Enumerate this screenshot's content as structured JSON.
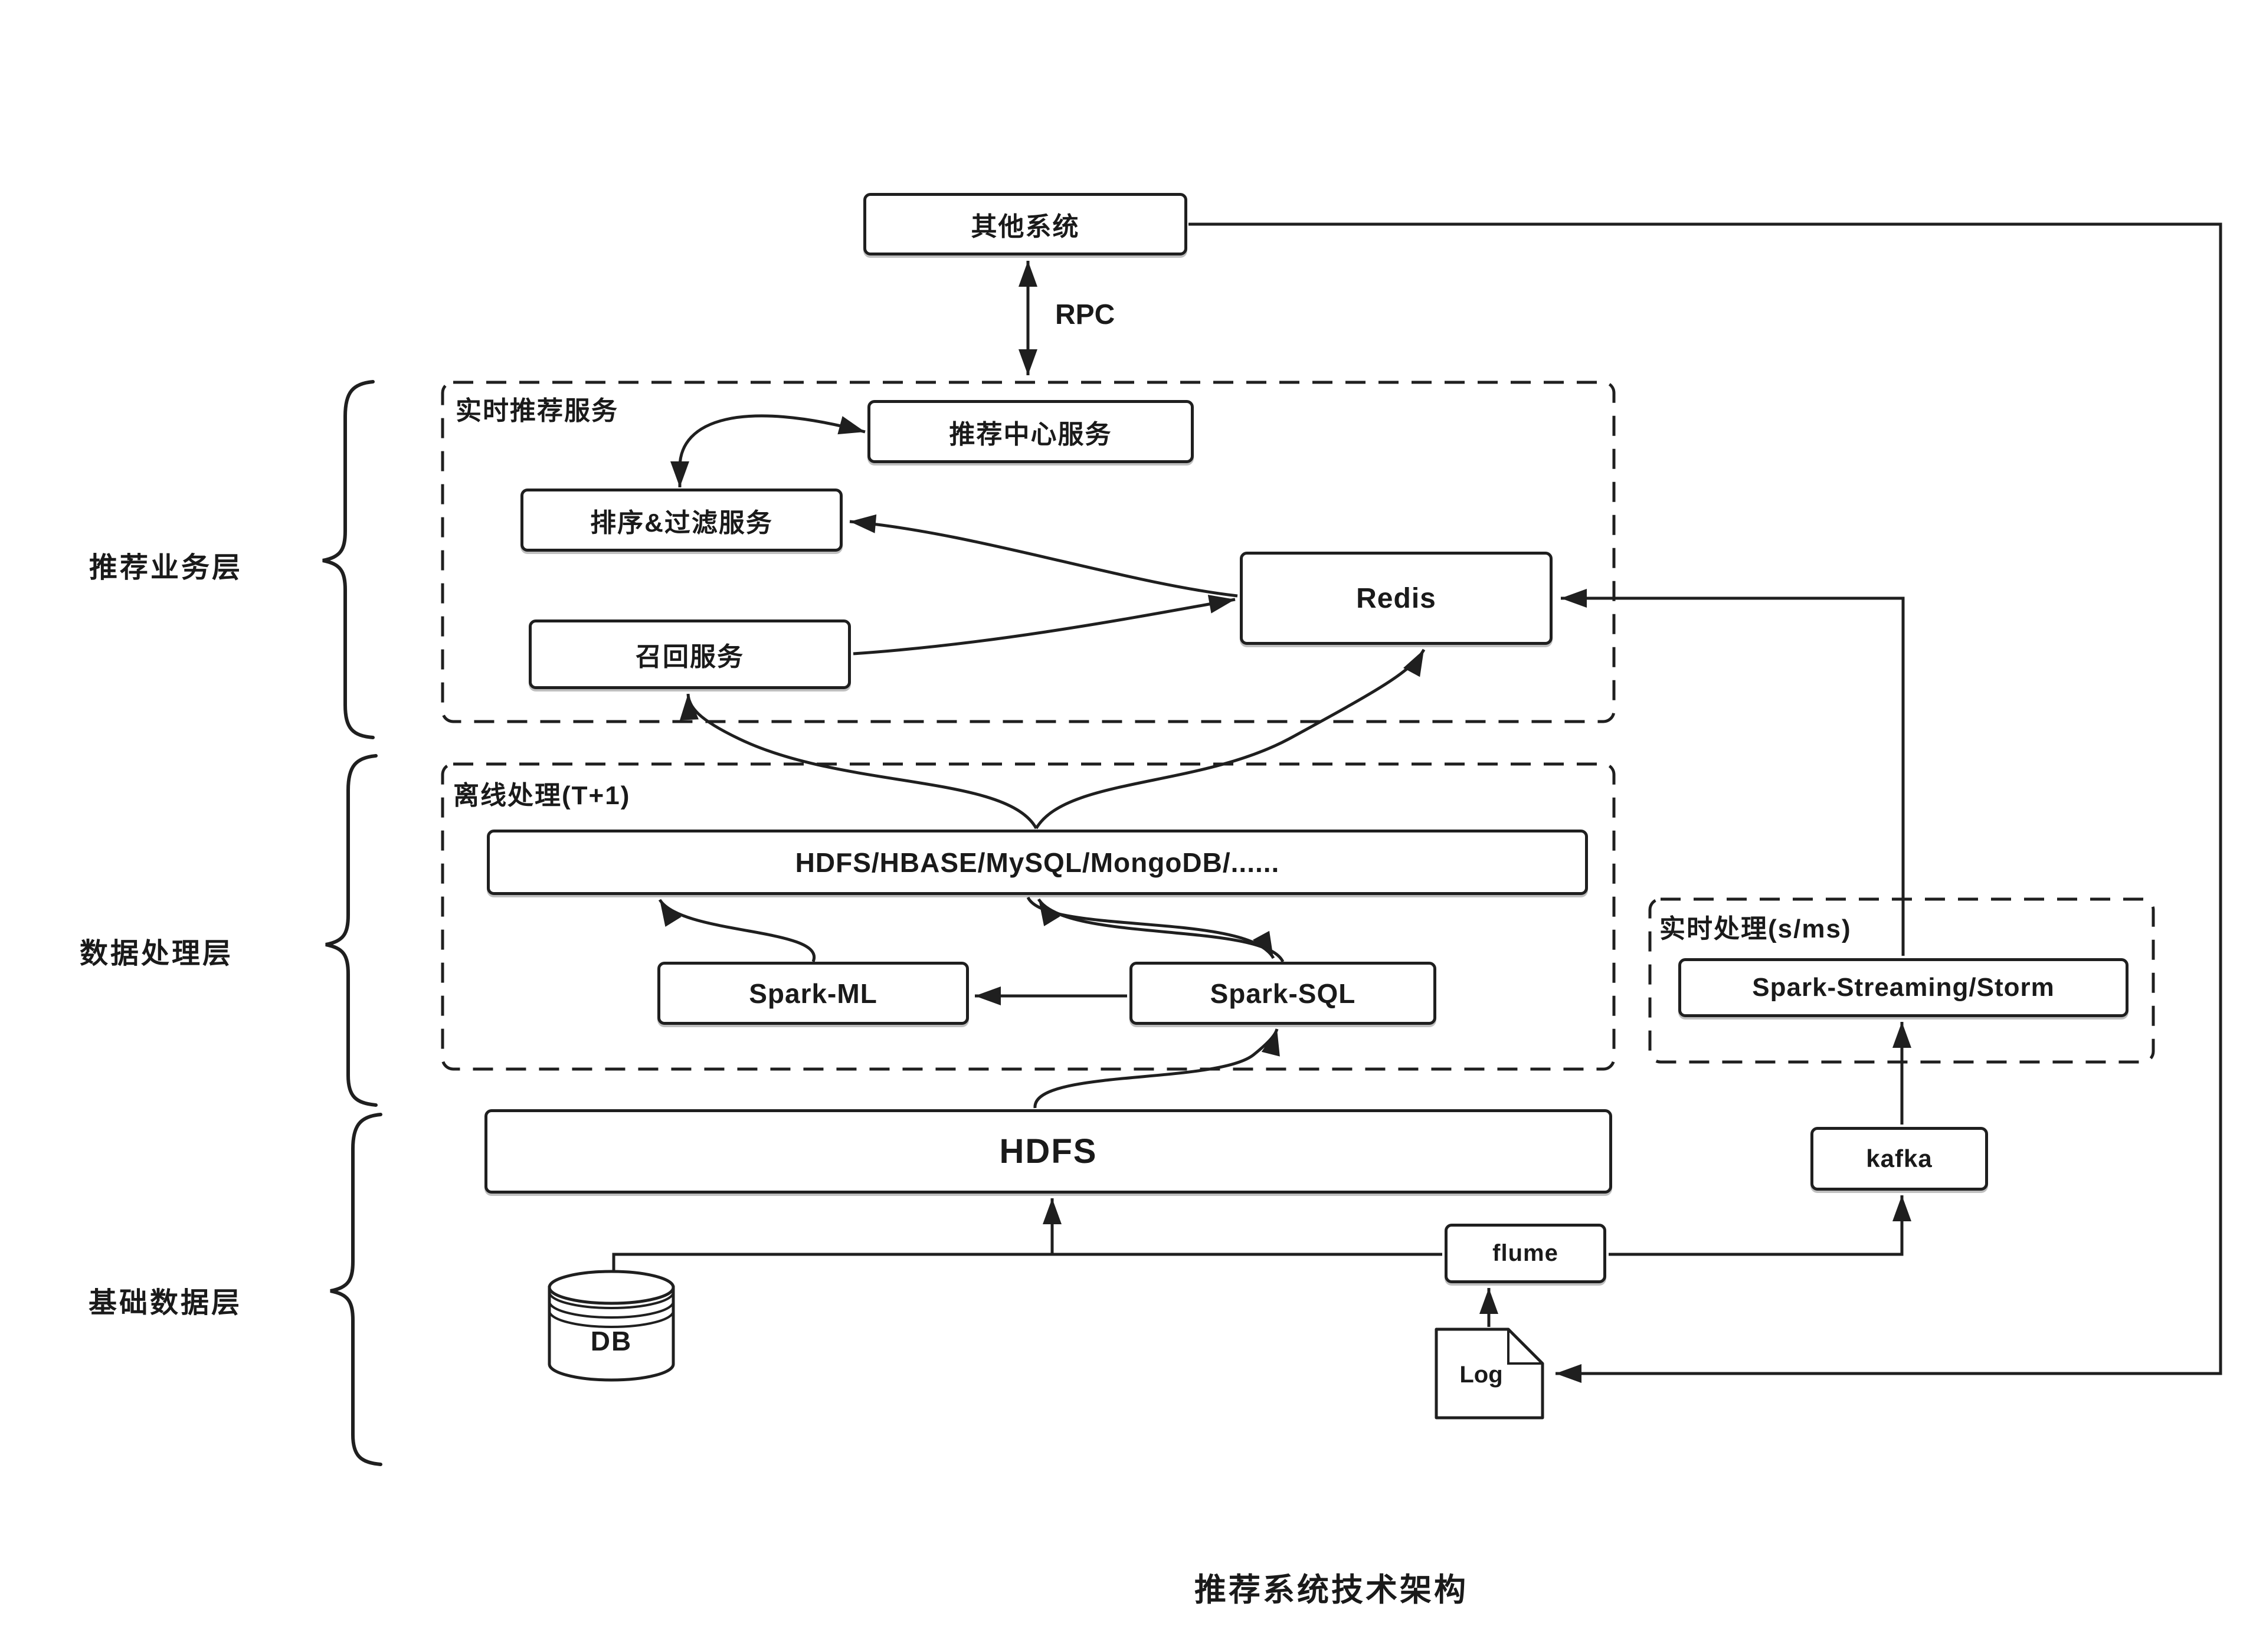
{
  "title": "推荐系统技术架构",
  "layers": {
    "business": "推荐业务层",
    "processing": "数据处理层",
    "base": "基础数据层"
  },
  "groups": {
    "realtime_service": "实时推荐服务",
    "offline": "离线处理(T+1)",
    "realtime_processing": "实时处理(s/ms)"
  },
  "nodes": {
    "other_system": "其他系统",
    "rec_center": "推荐中心服务",
    "rank_filter": "排序&过滤服务",
    "recall": "召回服务",
    "redis": "Redis",
    "storage": "HDFS/HBASE/MySQL/MongoDB/......",
    "spark_ml": "Spark-ML",
    "spark_sql": "Spark-SQL",
    "spark_streaming": "Spark-Streaming/Storm",
    "hdfs": "HDFS",
    "kafka": "kafka",
    "flume": "flume",
    "db": "DB",
    "log": "Log"
  },
  "labels": {
    "rpc": "RPC"
  },
  "colors": {
    "line": "#1f1f1f",
    "box_bg": "#ffffff",
    "text": "#1a1a1a"
  }
}
